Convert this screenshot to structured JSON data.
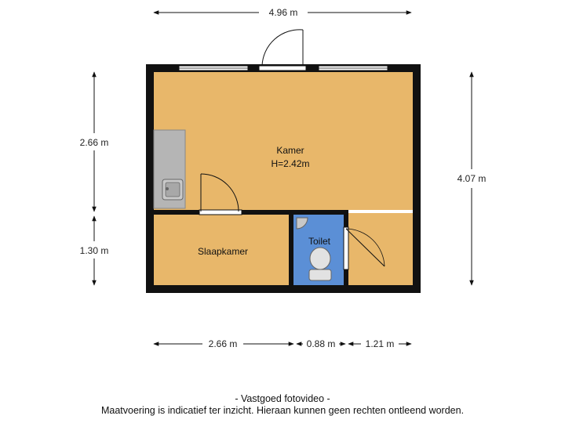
{
  "dimensions": {
    "top_width": "4.96 m",
    "left_upper": "2.66 m",
    "left_lower": "1.30 m",
    "right_total": "4.07 m",
    "bottom_a": "2.66 m",
    "bottom_b": "0.88 m",
    "bottom_c": "1.21 m"
  },
  "rooms": {
    "kamer": {
      "name": "Kamer",
      "height": "H=2.42m"
    },
    "slaapkamer": {
      "name": "Slaapkamer"
    },
    "toilet": {
      "name": "Toilet"
    }
  },
  "colors": {
    "floor": "#E8B76A",
    "toilet_floor": "#5B8FD6",
    "wall": "#111111",
    "counter": "#B5B5B5"
  },
  "footer": {
    "line1": "- Vastgoed fotovideo -",
    "line2": "Maatvoering is indicatief ter inzicht. Hieraan kunnen geen rechten ontleend worden."
  }
}
